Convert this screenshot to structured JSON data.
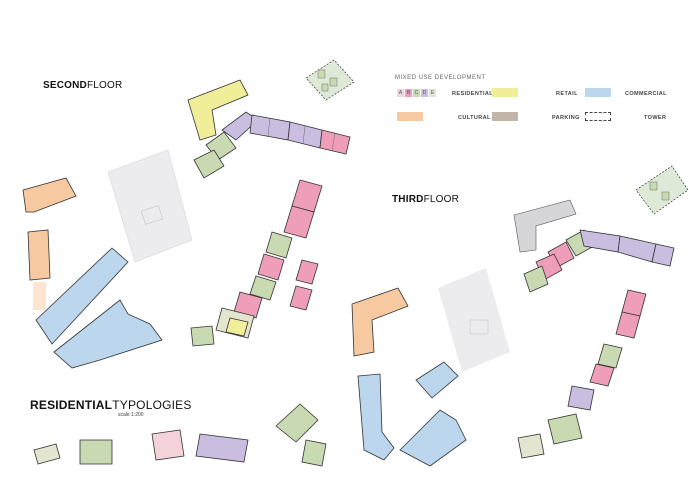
{
  "titles": {
    "second_bold": "SECOND",
    "second_light": "FLOOR",
    "third_bold": "THIRD",
    "third_light": "FLOOR",
    "typologies_bold": "RESIDENTIAL",
    "typologies_light": "TYPOLOGIES",
    "scale": "scale 1:200"
  },
  "legend": {
    "heading": "MIXED USE DEVELOPMENT",
    "residential_letters": [
      "A",
      "B",
      "C",
      "D",
      "E"
    ],
    "items": [
      {
        "key": "residential",
        "label": "RESIDENTIAL"
      },
      {
        "key": "retail",
        "label": "RETAIL",
        "color": "#f1ee9a"
      },
      {
        "key": "commercial",
        "label": "COMMERCIAL",
        "color": "#bcd6ee"
      },
      {
        "key": "cultural",
        "label": "CULTURAL",
        "color": "#f6c9a0"
      },
      {
        "key": "parking",
        "label": "PARKING",
        "color": "#c2b5a8"
      },
      {
        "key": "tower",
        "label": "TOWER"
      }
    ]
  },
  "colors": {
    "res_a": "#f3d2da",
    "res_b": "#ef9eb9",
    "res_c": "#c9d9b2",
    "res_d": "#c9bde0",
    "res_e": "#e3e5cf",
    "retail": "#f1ee9a",
    "commercial": "#bcd6ee",
    "cultural": "#f6c9a0",
    "parking": "#c2b5a8",
    "tower_fill": "#dfe9d8",
    "void": "#ececee"
  }
}
